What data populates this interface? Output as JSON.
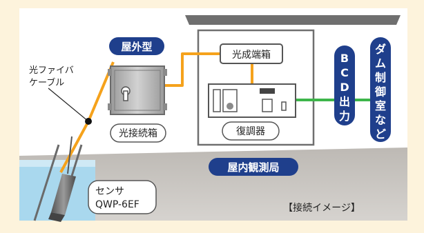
{
  "labels": {
    "outdoor_type": "屋外型",
    "fiber_cable": "光ファイバ",
    "fiber_cable_2": "ケーブル",
    "splice_box": "光接続箱",
    "terminal_box": "光成端箱",
    "demodulator": "復調器",
    "indoor_station": "屋内観測局",
    "bcd_output": [
      "B",
      "C",
      "D",
      "出",
      "力"
    ],
    "dam_control": [
      "ダ",
      "ム",
      "制",
      "御",
      "室",
      "な",
      "ど"
    ],
    "sensor_line1": "センサ",
    "sensor_line2": "QWP-6EF",
    "caption": "【接続イメージ】"
  },
  "colors": {
    "background": "#fdf3dc",
    "sky": "#ffffff",
    "ground": "#c9c6c2",
    "water": "#a9d8ee",
    "fiber": "#f5a21c",
    "signal": "#3db54a",
    "navy": "#1f3f8c",
    "roof": "#6f6f6f"
  }
}
